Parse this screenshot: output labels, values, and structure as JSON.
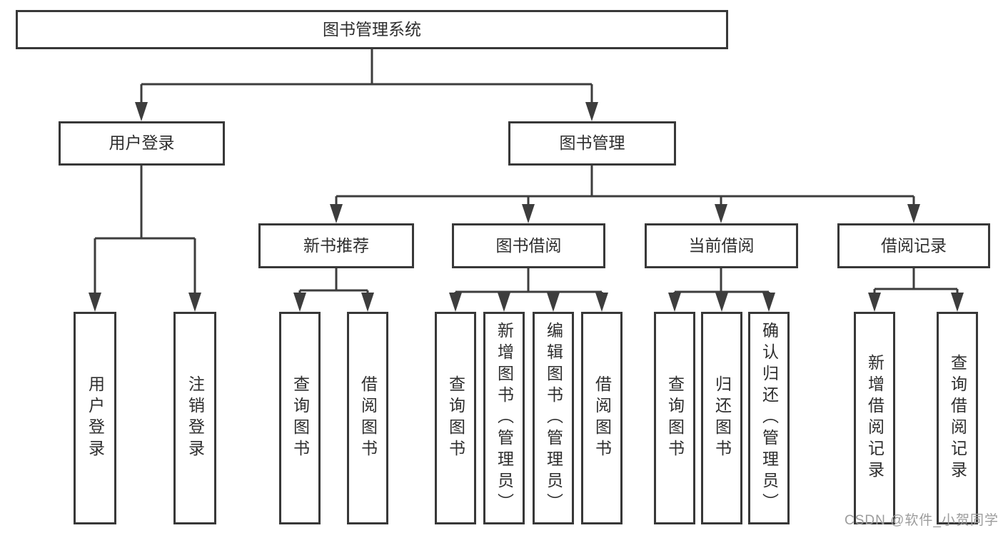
{
  "tree": {
    "root": {
      "label": "图书管理系统"
    },
    "level2": [
      {
        "label": "用户登录",
        "children": [
          {
            "label": "用户登录"
          },
          {
            "label": "注销登录"
          }
        ]
      },
      {
        "label": "图书管理",
        "children": [
          {
            "label": "新书推荐",
            "children": [
              {
                "label": "查询图书"
              },
              {
                "label": "借阅图书"
              }
            ]
          },
          {
            "label": "图书借阅",
            "children": [
              {
                "label": "查询图书"
              },
              {
                "label": "新增图书（管理员）"
              },
              {
                "label": "编辑图书（管理员）"
              },
              {
                "label": "借阅图书"
              }
            ]
          },
          {
            "label": "当前借阅",
            "children": [
              {
                "label": "查询图书"
              },
              {
                "label": "归还图书"
              },
              {
                "label": "确认归还（管理员）"
              }
            ]
          },
          {
            "label": "借阅记录",
            "children": [
              {
                "label": "新增借阅记录"
              },
              {
                "label": "查询借阅记录"
              }
            ]
          }
        ]
      }
    ]
  },
  "watermark": {
    "text": "CSDN @软件_小贺同学"
  },
  "colors": {
    "line": "#3d3d3d",
    "box_border": "#383838",
    "text": "#2e2e2e",
    "watermark": "#9c9c9c",
    "background": "#ffffff"
  }
}
